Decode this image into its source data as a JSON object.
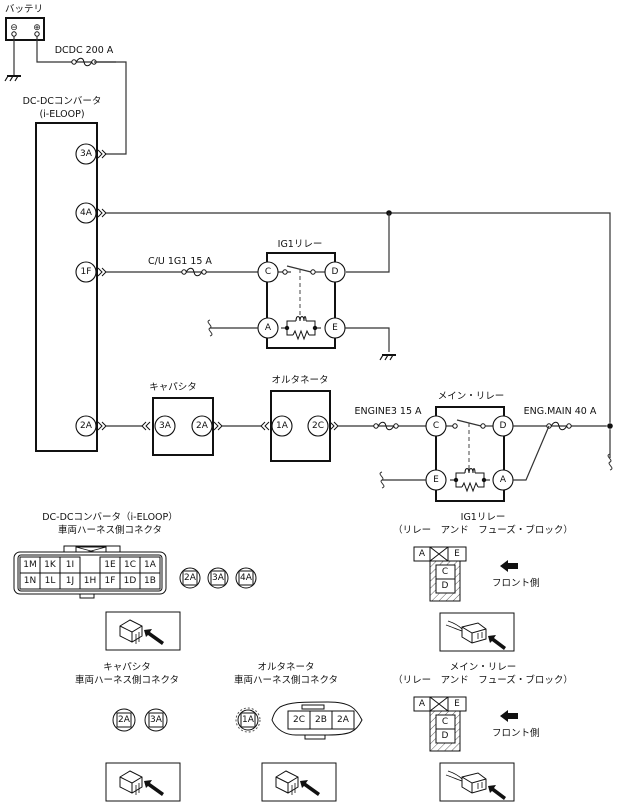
{
  "diagram": {
    "battery": {
      "label": "バッテリ",
      "minus": "⊖",
      "plus": "⊕"
    },
    "fuses": {
      "dcdc": "DCDC 200 A",
      "cu_1g1": "C/U 1G1 15 A",
      "engine3": "ENGINE3 15 A",
      "eng_main": "ENG.MAIN 40 A"
    },
    "dcdc_converter": {
      "label_line1": "DC-DCコンバータ",
      "label_line2": "(i-ELOOP)",
      "pins": [
        "3A",
        "4A",
        "1F",
        "2A"
      ]
    },
    "ig1_relay": {
      "label": "IG1リレー",
      "pins": {
        "c": "C",
        "d": "D",
        "a": "A",
        "e": "E"
      }
    },
    "capacitor": {
      "label": "キャパシタ",
      "pins": [
        "3A",
        "2A"
      ]
    },
    "alternator": {
      "label": "オルタネータ",
      "pins": [
        "1A",
        "2C"
      ]
    },
    "main_relay": {
      "label": "メイン・リレー",
      "pins": {
        "c": "C",
        "d": "D",
        "e": "E",
        "a": "A"
      }
    }
  },
  "connectors": {
    "dcdc": {
      "title_line1": "DC-DCコンバータ（i-ELOOP）",
      "title_line2": "車両ハーネス側コネクタ",
      "top_row": [
        "1M",
        "1K",
        "1I",
        "",
        "1E",
        "1C",
        "1A"
      ],
      "bottom_row": [
        "1N",
        "1L",
        "1J",
        "1H",
        "1F",
        "1D",
        "1B"
      ],
      "single_pins": [
        "2A",
        "3A",
        "4A"
      ]
    },
    "ig1_relay": {
      "title_line1": "IG1リレー",
      "title_line2": "（リレー　アンド　フューズ・ブロック）",
      "cells": {
        "a": "A",
        "e": "E",
        "c": "C",
        "d": "D"
      },
      "front_label": "フロント側"
    },
    "capacitor": {
      "title_line1": "キャパシタ",
      "title_line2": "車両ハーネス側コネクタ",
      "pins": [
        "2A",
        "3A"
      ]
    },
    "alternator": {
      "title_line1": "オルタネータ",
      "title_line2": "車両ハーネス側コネクタ",
      "single_pin": "1A",
      "row": [
        "2C",
        "2B",
        "2A"
      ]
    },
    "main_relay": {
      "title_line1": "メイン・リレー",
      "title_line2": "（リレー　アンド　フューズ・ブロック）",
      "cells": {
        "a": "A",
        "e": "E",
        "c": "C",
        "d": "D"
      },
      "front_label": "フロント側"
    }
  }
}
